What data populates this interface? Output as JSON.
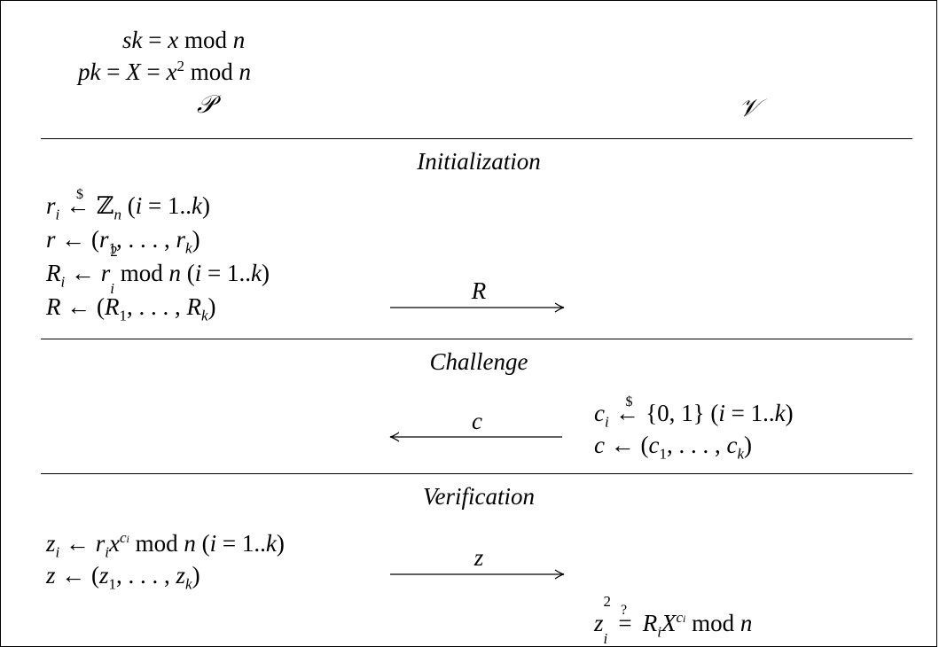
{
  "header": {
    "sk_label": "sk",
    "sk_rhs_var": "x",
    "sk_mod": "mod",
    "sk_n": "n",
    "pk_label": "pk",
    "pk_X": "X",
    "pk_x": "x",
    "pk_exp": "2",
    "pk_mod": "mod",
    "pk_n": "n",
    "prover": "𝒫",
    "verifier": "𝒱"
  },
  "sections": {
    "initialization": "Initialization",
    "challenge": "Challenge",
    "verification": "Verification"
  },
  "init": {
    "line1": "rᵢ ←$ ℤₙ (i = 1..k)",
    "line2": "r ← (r₁, . . . , rₖ)",
    "line3": "Rᵢ ← rᵢ² mod n (i = 1..k)",
    "line4": "R ← (R₁, . . . , Rₖ)",
    "arrow_label": "R"
  },
  "challenge": {
    "line1": "cᵢ ←$ {0, 1} (i = 1..k)",
    "line2": "c ← (c₁, . . . , cₖ)",
    "arrow_label": "c"
  },
  "verify": {
    "line1": "zᵢ ← rᵢx^cᵢ mod n (i = 1..k)",
    "line2": "z ← (z₁, . . . , zₖ)",
    "arrow_label": "z",
    "check": "zᵢ² =? RᵢX^cᵢ mod n"
  }
}
